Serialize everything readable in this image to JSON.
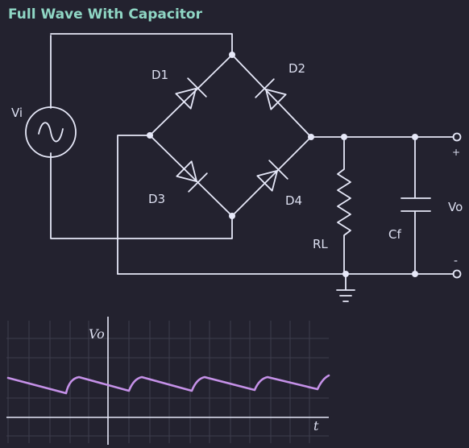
{
  "title": "Full Wave With Capacitor",
  "circuit": {
    "source_label": "Vi",
    "diodes": [
      "D1",
      "D2",
      "D3",
      "D4"
    ],
    "load_label": "RL",
    "capacitor_label": "Cf",
    "output_label": "Vo",
    "plus_sign": "+",
    "minus_sign": "-"
  },
  "graph": {
    "y_label": "Vo",
    "x_label": "t",
    "waveform": "sawtooth-ripple",
    "color": "#c591e8"
  },
  "colors": {
    "background": "#23222f",
    "wire": "#e6e8f8",
    "title": "#8fd6c4",
    "grid": "#3e3d4c"
  }
}
